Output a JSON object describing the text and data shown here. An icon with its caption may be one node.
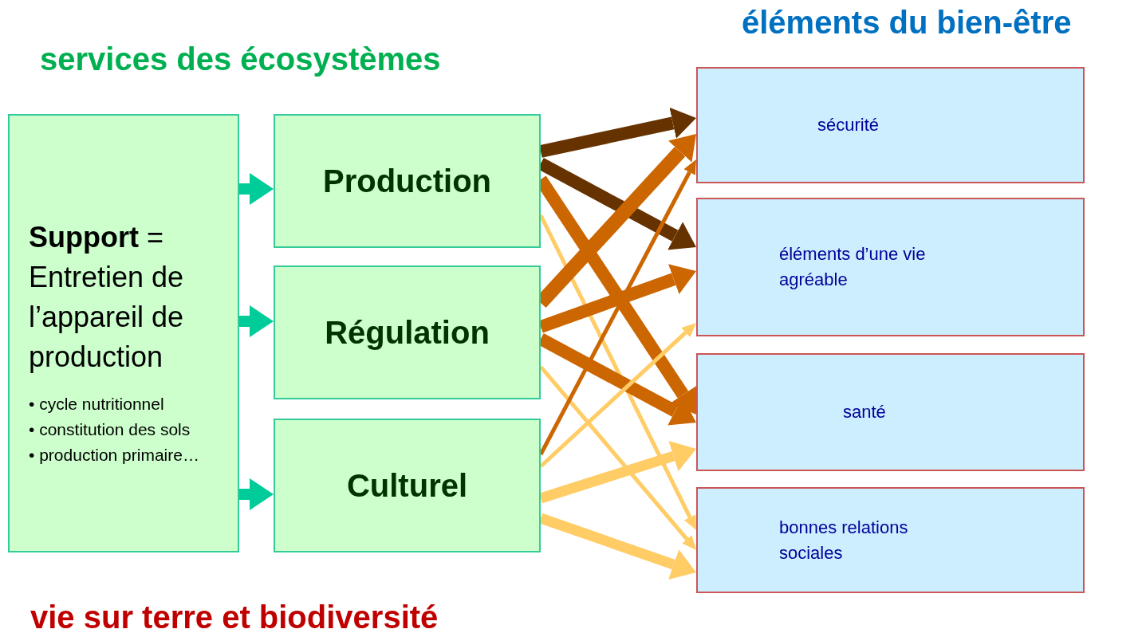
{
  "diagram": {
    "nodes": [
      {
        "text": [
          "**Support** = Entretien de l’appareil de production",
          "• cycle nutritionnel",
          "• constitution des sols",
          "• production primaire…"
        ]
      },
      {
        "text": [
          "Production"
        ]
      },
      {
        "text": [
          "Régulation"
        ]
      },
      {
        "text": [
          "Culturel"
        ]
      },
      {
        "text": [
          "sécurité"
        ]
      },
      {
        "text": [
          "éléments d’une vie agréable"
        ]
      },
      {
        "text": [
          "santé"
        ]
      },
      {
        "text": [
          "bonnes relations sociales"
        ]
      }
    ],
    "edges": [
      {
        "from": 0,
        "to": 1,
        "arrow": "to",
        "color": "#00cc99"
      },
      {
        "from": 0,
        "to": 2,
        "arrow": "to",
        "color": "#00cc99"
      },
      {
        "from": 0,
        "to": 3,
        "arrow": "to",
        "color": "#00cc99"
      },
      {
        "from": 1,
        "to": 4,
        "arrow": "to",
        "color": "#663300"
      },
      {
        "from": 1,
        "to": 5,
        "arrow": "to",
        "color": "#663300"
      },
      {
        "from": 1,
        "to": 6,
        "arrow": "to",
        "color": "#cc6600"
      },
      {
        "from": 1,
        "to": 7,
        "arrow": "to",
        "color": "#ffcc66"
      },
      {
        "from": 2,
        "to": 4,
        "arrow": "to",
        "color": "#cc6600"
      },
      {
        "from": 2,
        "to": 5,
        "arrow": "to",
        "color": "#cc6600"
      },
      {
        "from": 2,
        "to": 6,
        "arrow": "to",
        "color": "#cc6600"
      },
      {
        "from": 2,
        "to": 7,
        "arrow": "to",
        "color": "#ffcc66"
      },
      {
        "from": 3,
        "to": 4,
        "arrow": "to",
        "color": "#cc6600"
      },
      {
        "from": 3,
        "to": 5,
        "arrow": "to",
        "color": "#ffcc66"
      },
      {
        "from": 3,
        "to": 6,
        "arrow": "to",
        "color": "#ffcc66"
      },
      {
        "from": 3,
        "to": 7,
        "arrow": "to",
        "color": "#ffcc66"
      }
    ],
    "labels": [
      "éléments du bien-être",
      "services des écosystèmes",
      "vie sur terre et biodiversité"
    ]
  }
}
